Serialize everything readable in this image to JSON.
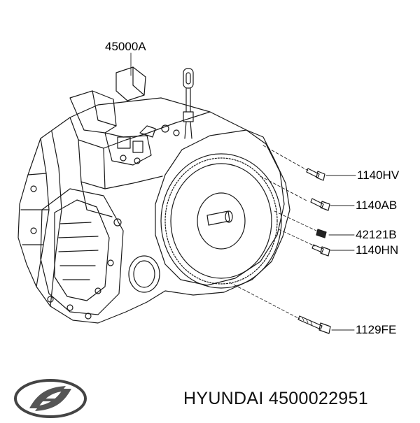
{
  "callouts": {
    "assembly": "45000A",
    "bolt_1": "1140HV",
    "bolt_2": "1140AB",
    "dowel": "42121B",
    "bolt_3": "1140HN",
    "bolt_4": "1129FE"
  },
  "footer": {
    "brand": "HYUNDAI",
    "part_number": "4500022951"
  },
  "logo": {
    "brand_logo_icon": "hyundai-logo-icon"
  }
}
